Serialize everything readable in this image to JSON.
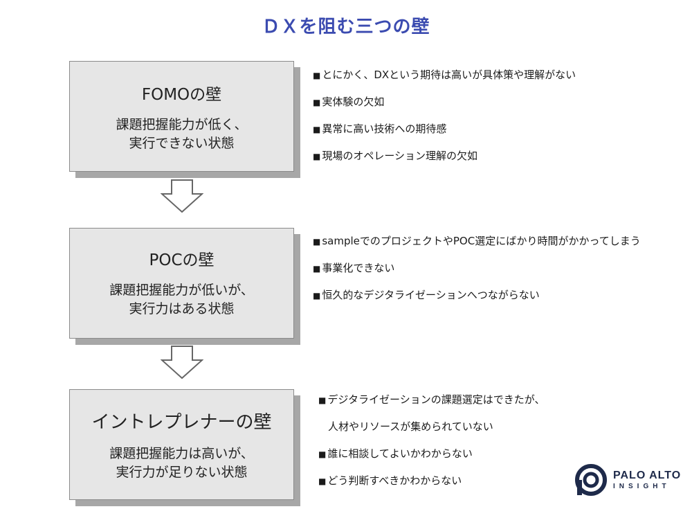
{
  "title": "ＤＸを阻む三つの壁",
  "walls": [
    {
      "name": "FOMOの壁",
      "desc": [
        "課題把握能力が低く、",
        "実行できない状態"
      ],
      "bullets": [
        "とにかく、DXという期待は高いが具体策や理解がない",
        "実体験の欠如",
        "異常に高い技術への期待感",
        "現場のオペレーション理解の欠如"
      ]
    },
    {
      "name": "POCの壁",
      "desc": [
        "課題把握能力が低いが、",
        "実行力はある状態"
      ],
      "bullets": [
        "sampleでのプロジェクトやPOC選定にばかり時間がかかってしまう",
        "事業化できない",
        "恒久的なデジタライゼーションへつながらない"
      ]
    },
    {
      "name": "イントレプレナーの壁",
      "desc": [
        "課題把握能力は高いが、",
        "実行力が足りない状態"
      ],
      "bullets": [
        "デジタライゼーションの課題選定はできたが、",
        "人材やリソースが集められていない",
        "誰に相談してよいかわからない",
        "どう判断すべきかわからない"
      ]
    }
  ],
  "bullet_mark": "■",
  "logo": {
    "line1": "PALO ALTO",
    "line2": "INSIGHT",
    "icon": "palo-alto-logo-icon"
  },
  "colors": {
    "title": "#3b4bb0",
    "box": "#e6e6e6",
    "shadow": "#a7a7a7",
    "logo": "#1e2a4a"
  }
}
